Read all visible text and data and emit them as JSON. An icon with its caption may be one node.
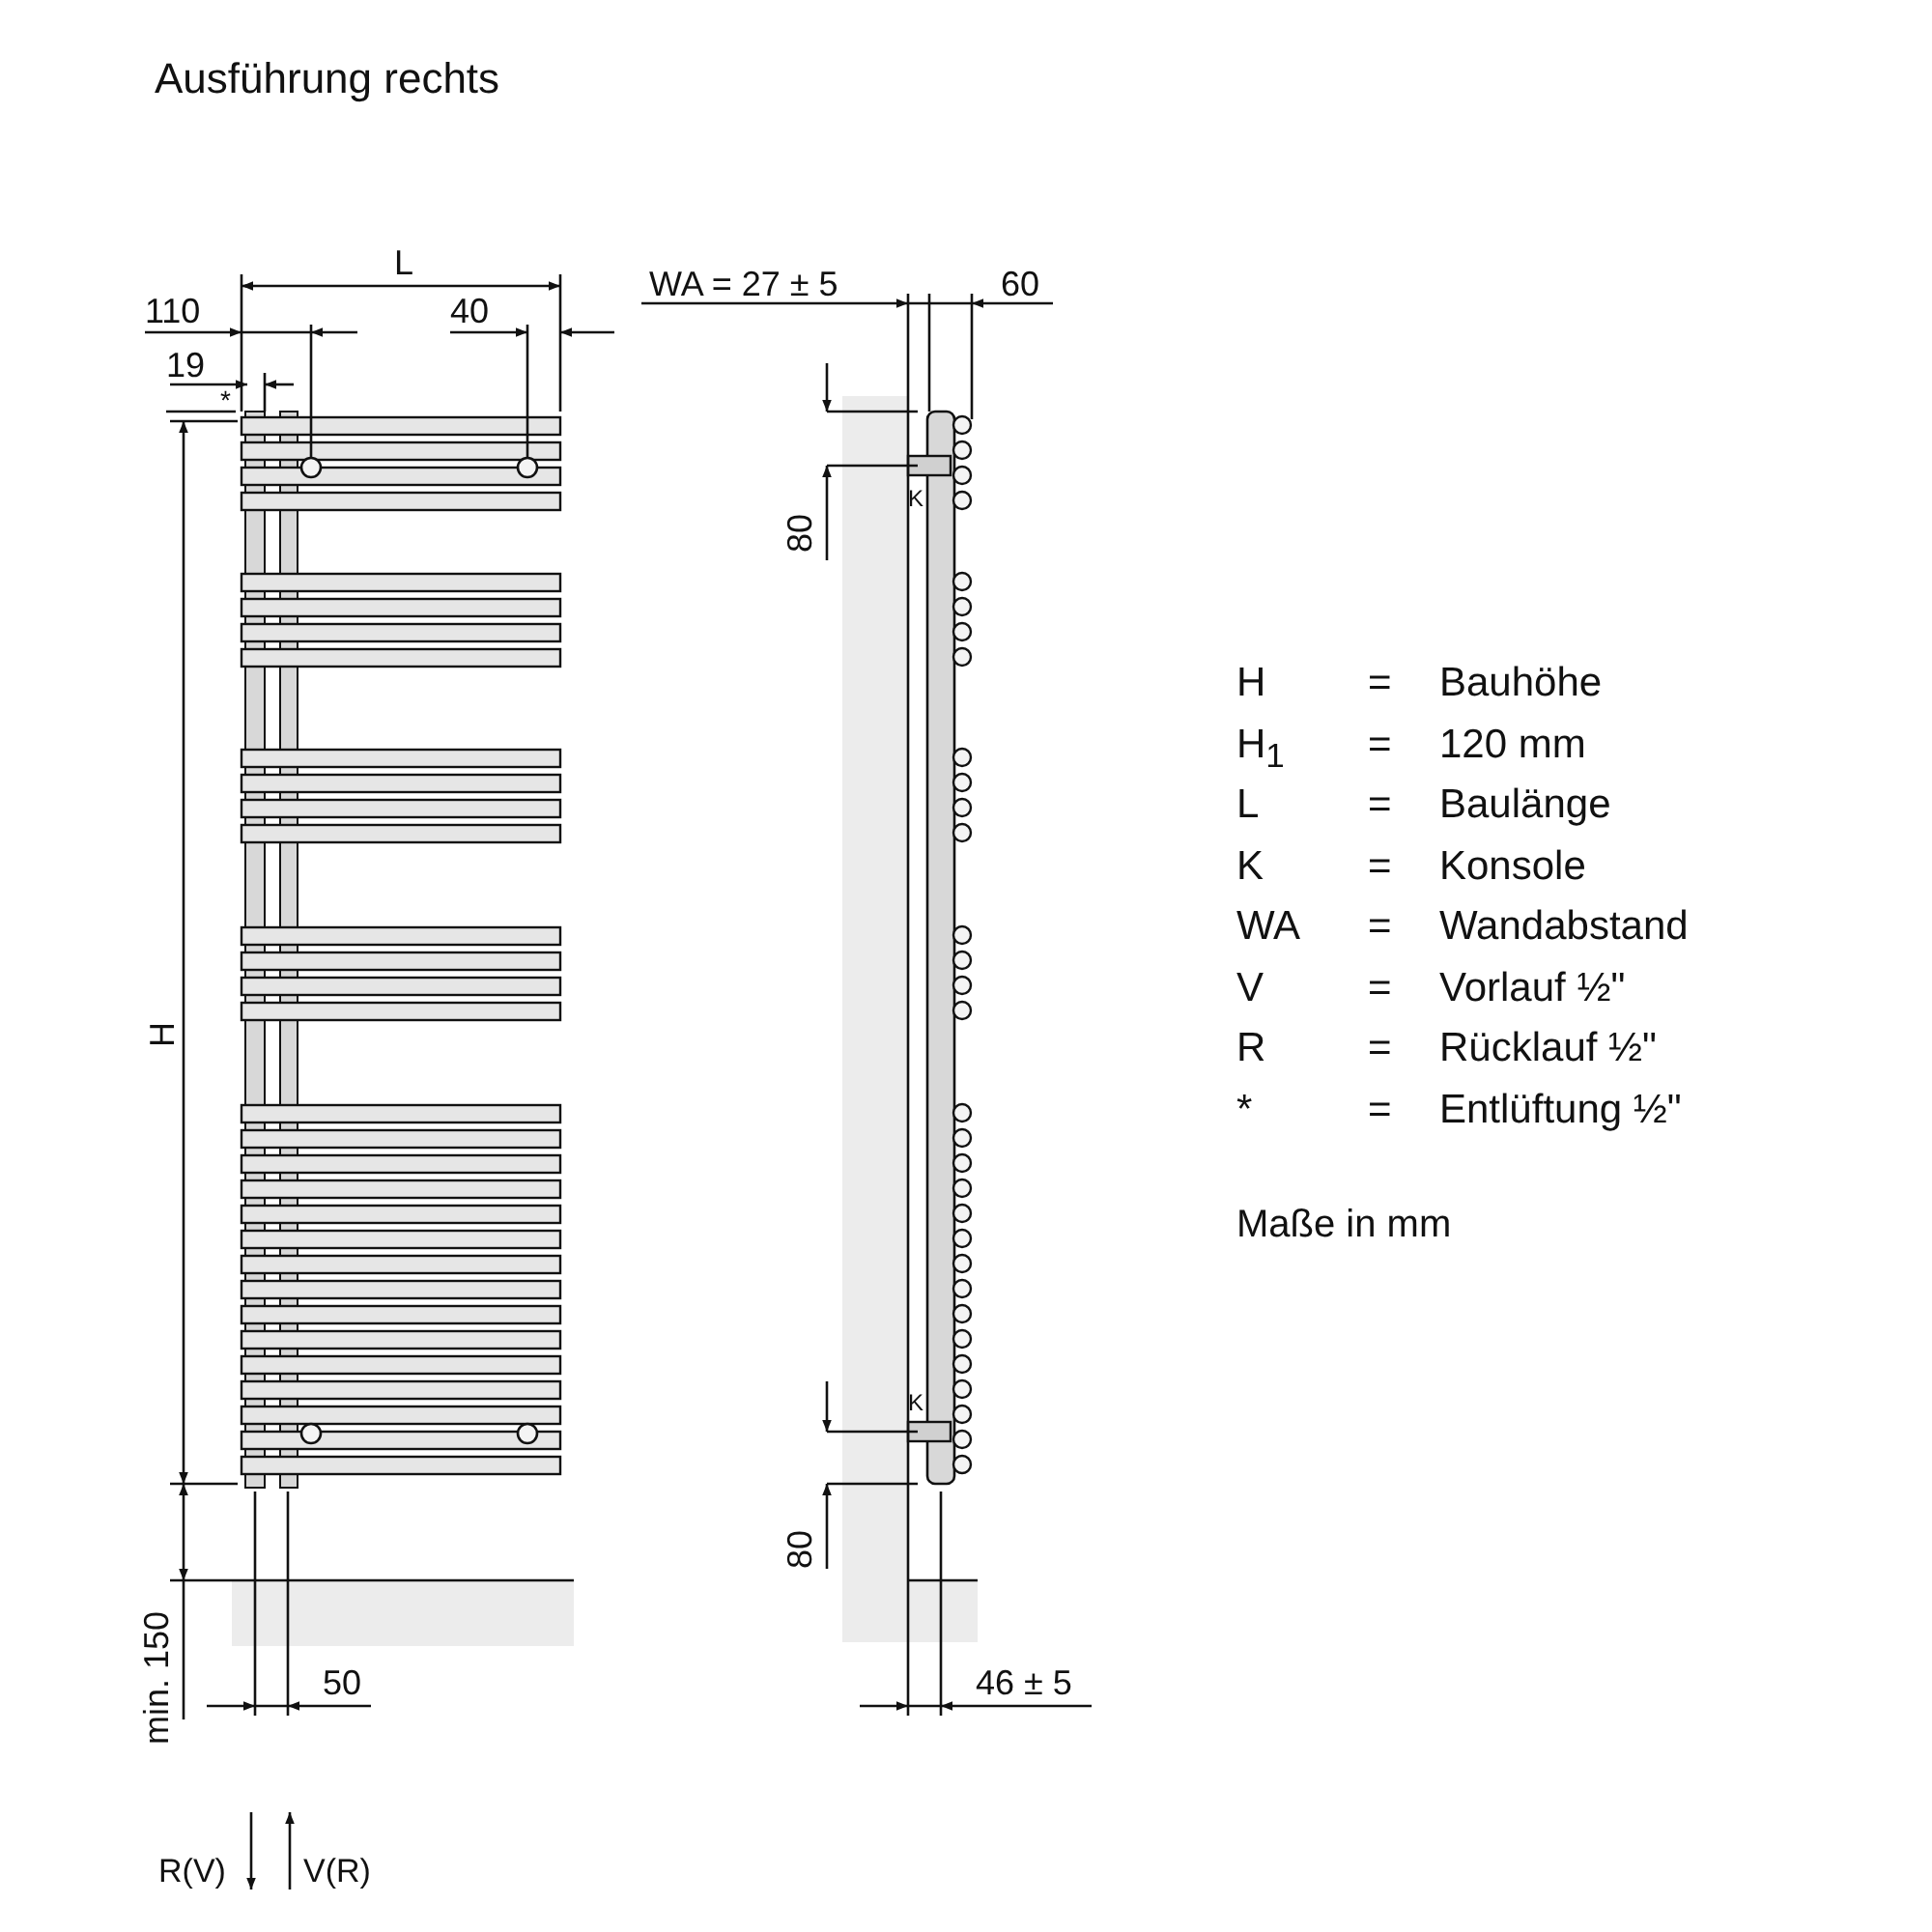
{
  "diagram": {
    "title": "Ausführung rechts",
    "labels": [
      "L",
      "110",
      "40",
      "WA = 27 ± 5",
      "60",
      "19",
      "*",
      "80",
      "K",
      "H",
      "H",
      "=",
      "Bauhöhe",
      "H$_{1}$",
      "=",
      "120 mm",
      "L",
      "=",
      "Baulänge",
      "K",
      "=",
      "Konsole",
      "WA",
      "=",
      "Wandabstand",
      "V",
      "=",
      "Vorlauf ½\"",
      "R",
      "=",
      "Rücklauf ½\"",
      "*",
      "=",
      "Entlüftung ½\"",
      "Maße in mm",
      "K",
      "80",
      "min. 150",
      "50",
      "46 ± 5",
      "R(V)",
      "V(R)"
    ]
  }
}
